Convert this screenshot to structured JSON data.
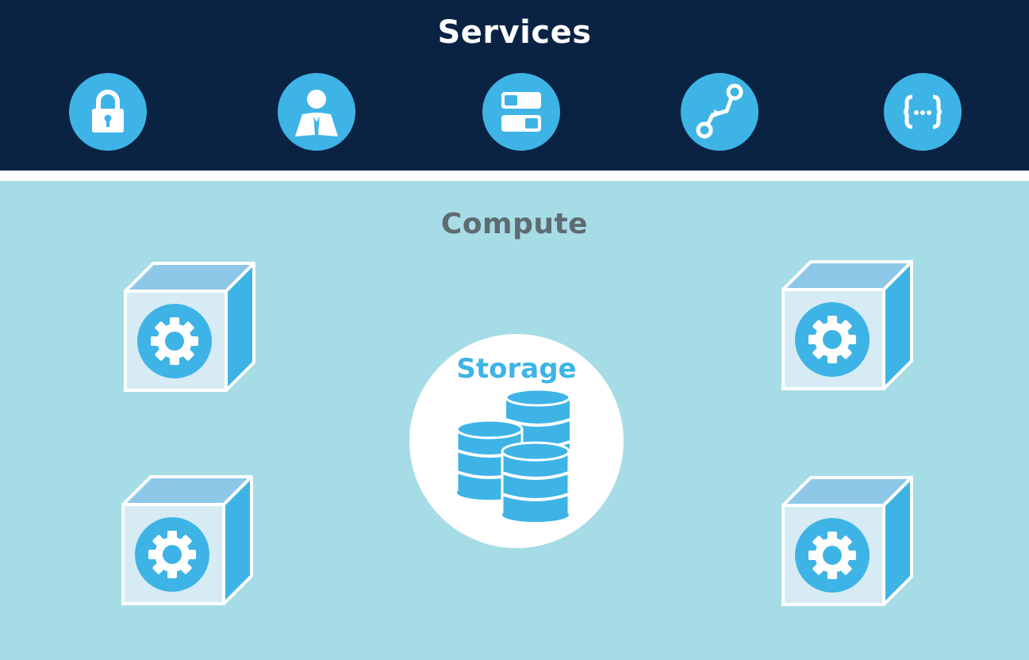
{
  "services": {
    "title": "Services",
    "icons": [
      {
        "name": "lock-icon"
      },
      {
        "name": "user-icon"
      },
      {
        "name": "server-toggle-icon"
      },
      {
        "name": "workflow-icon"
      },
      {
        "name": "api-braces-icon"
      }
    ]
  },
  "compute": {
    "title": "Compute",
    "nodes": [
      {
        "name": "compute-node-top-left",
        "icon": "gear-icon"
      },
      {
        "name": "compute-node-top-right",
        "icon": "gear-icon"
      },
      {
        "name": "compute-node-bottom-left",
        "icon": "gear-icon"
      },
      {
        "name": "compute-node-bottom-right",
        "icon": "gear-icon"
      }
    ]
  },
  "storage": {
    "label": "Storage",
    "icon": "database-stack-icon"
  },
  "colors": {
    "services_background": "#0b2342",
    "compute_background": "#a6dce6",
    "accent_blue": "#3eb4e6",
    "compute_title_gray": "#5e6b70",
    "white": "#ffffff"
  }
}
